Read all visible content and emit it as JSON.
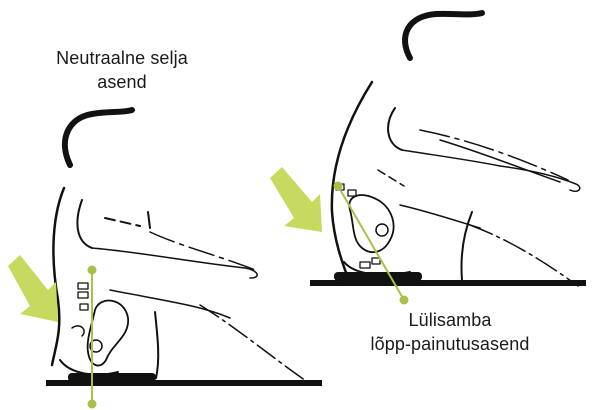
{
  "labels": {
    "neutral_line1": "Neutraalne selja",
    "neutral_line2": "asend",
    "flexion_line1": "Lülisamba",
    "flexion_line2": "lõpp-painutusasend"
  },
  "colors": {
    "outline": "#111111",
    "accent": "#c8d95f",
    "guide_line": "#a6c24a",
    "mat": "#111111",
    "text": "#1a1a1a"
  },
  "icons": {
    "neutral_arrow": "arrow-down-right-icon",
    "flexion_arrow": "arrow-down-right-icon"
  }
}
